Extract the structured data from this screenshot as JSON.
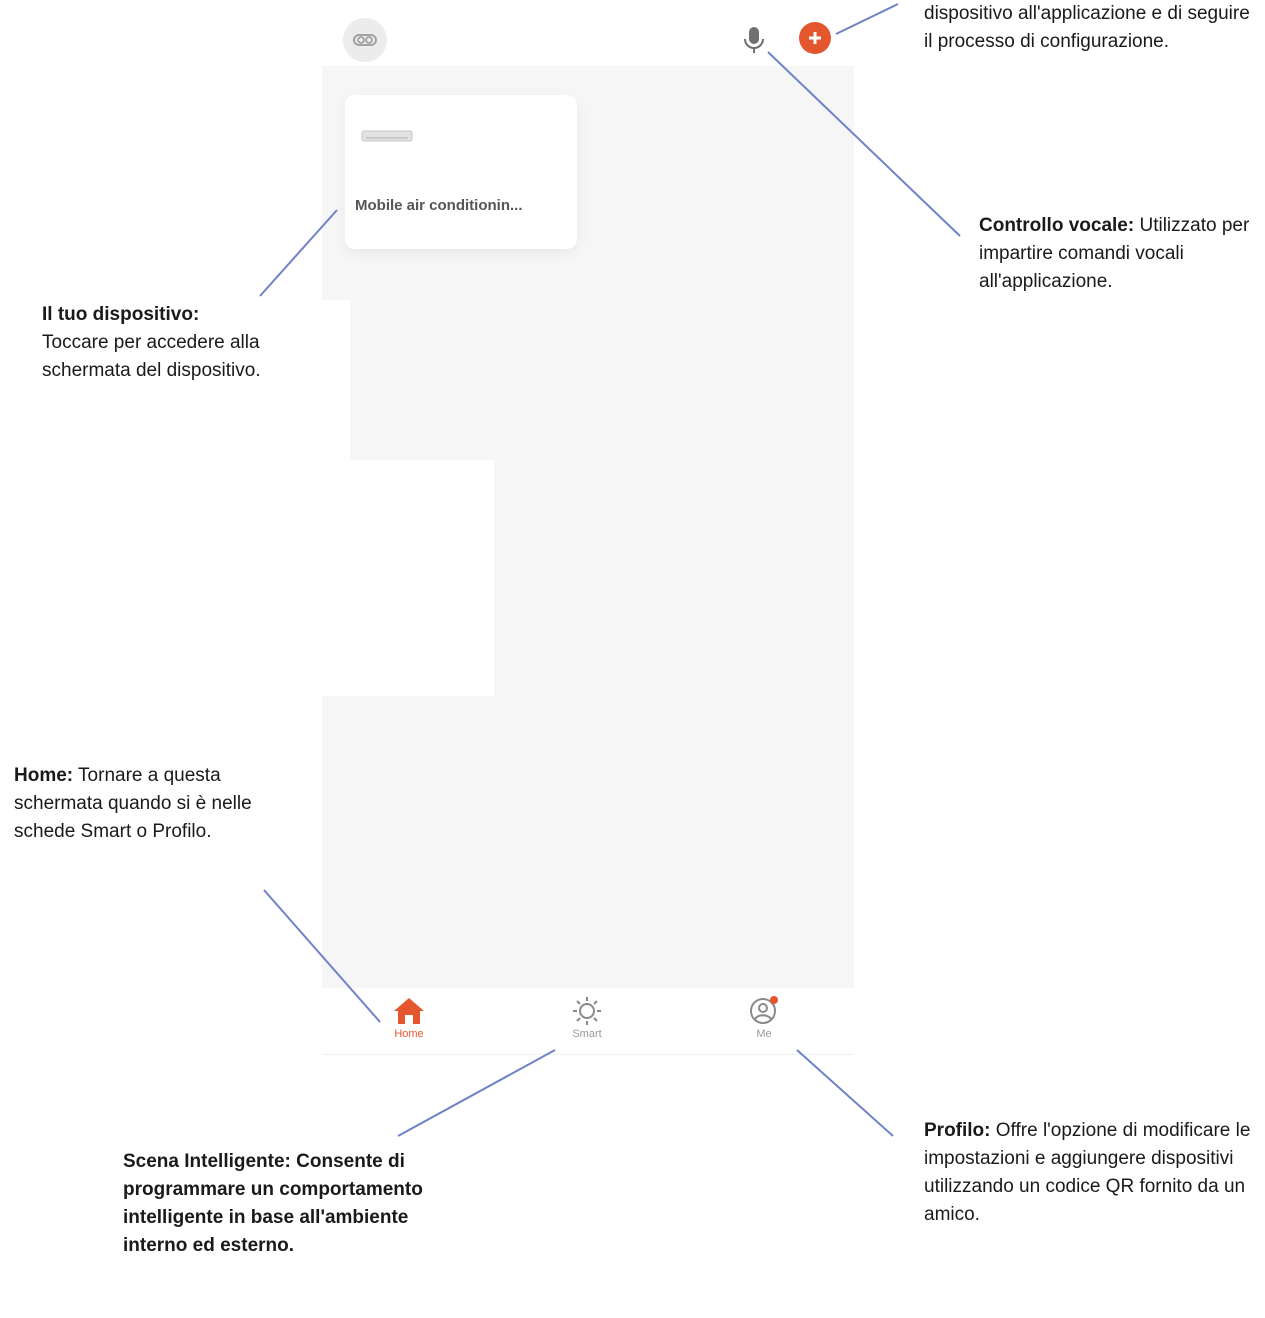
{
  "app": {
    "device_card": {
      "name": "Mobile air conditionin..."
    },
    "tabs": [
      {
        "label": "Home",
        "icon": "home-icon",
        "active": true
      },
      {
        "label": "Smart",
        "icon": "sun-icon",
        "active": false
      },
      {
        "label": "Me",
        "icon": "profile-icon",
        "active": false
      }
    ],
    "icons": {
      "home_switch": "home-switch-icon",
      "voice": "microphone-icon",
      "add": "add-icon"
    },
    "colors": {
      "accent": "#e4572e",
      "inactive": "#9a9a9a",
      "background": "#f6f6f6",
      "leader_line": "#6f82c8"
    }
  },
  "callouts": {
    "add": {
      "text": "dispositivo all'applicazione e di seguire il processo di configurazione."
    },
    "voice": {
      "title": "Controllo vocale:",
      "text": " Utilizzato per impartire comandi vocali all'applicazione."
    },
    "device": {
      "title": "Il tuo dispositivo:",
      "text": " Toccare per accedere alla schermata del dispositivo."
    },
    "home": {
      "title": "Home:",
      "text": " Tornare a questa schermata quando si è nelle schede Smart o Profilo."
    },
    "scene": {
      "title": "Scena Intelligente:",
      "text": " Consente di programmare un comportamento intelligente in base all'ambiente interno ed esterno."
    },
    "profile": {
      "title": "Profilo:",
      "text": " Offre l'opzione di modificare le impostazioni e aggiungere dispositivi utilizzando un codice QR fornito da un amico."
    }
  }
}
